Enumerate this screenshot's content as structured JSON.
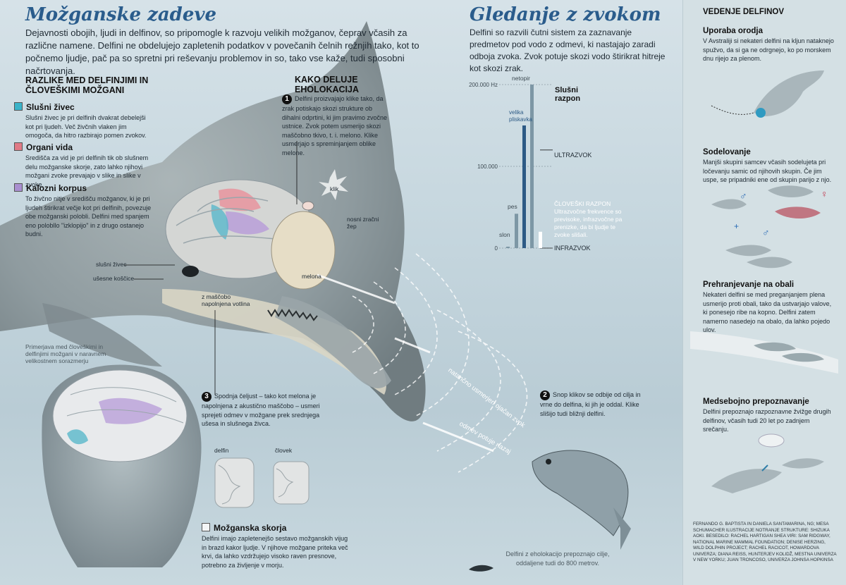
{
  "left": {
    "title": "Možganske zadeve",
    "intro": "Dejavnosti obojih, ljudi in delfinov, so pripomogle k razvoju velikih možganov, čeprav včasih za različne namene. Delfini ne obdelujejo zapletenih podatkov v povečanih čelnih režnjih tako, kot to počnemo ljudje, pač pa so spretni pri reševanju problemov in so, tako vse kaže, tudi sposobni načrtovanja.",
    "diff_heading": "RAZLIKE MED DELFINJIMI IN ČLOVEŠKIMI MOŽGANI",
    "items": [
      {
        "title": "Slušni živec",
        "color": "#3ab3c9",
        "text": "Slušni živec je pri delfinih dvakrat debelejši kot pri ljudeh. Več živčnih vlaken jim omogoča, da hitro razbirajo pomen zvokov."
      },
      {
        "title": "Organi vida",
        "color": "#e07a86",
        "text": "Središča za vid je pri delfinih tik ob slušnem delu možganske skorje, zato lahko njihovi možgani zvoke prevajajo v slike in slike v zvoke."
      },
      {
        "title": "Kalozni korpus",
        "color": "#a98fd0",
        "text": "To živčno nitje v središču možganov, ki je pri ljudeh štirikrat večje kot pri delfinih, povezuje obe možganski polobli. Delfini med spanjem eno polobllo \"izklopijo\" in z drugo ostanejo budni."
      }
    ],
    "eholoc_heading": "KAKO DELUJE EHOLOKACIJA",
    "step1": {
      "num": "1",
      "text": "Delfini proizvajajo klike tako, da zrak potiskajo skozi strukture ob dihalni odprtini, ki jim pravimo zvočne ustnice. Zvok potem usmerijo skozi maščobno tkivo, t. i. melono. Klike usmerjajo s spreminjanjem oblike melone."
    },
    "step2": {
      "num": "2",
      "text": "Snop klikov se odbije od cilja in vrne do delfina, ki jih je oddal. Klike slišijo tudi bližnji delfini."
    },
    "step3": {
      "num": "3",
      "text": "Spodnja čeljust – tako kot melona je napolnjena z akustično maščobo – usmeri sprejeti odmev v možgane prek srednjega ušesa in slušnega živca."
    },
    "labels": {
      "klik": "klik",
      "nosni": "nosni zračni žep",
      "melona": "melona",
      "slusni_zivec": "slušni živec",
      "usesne": "ušesne koščice",
      "votlina": "z maščobo napolnjena votlina",
      "primerjava": "Primerjava med človeškimi in delfinjimi možgani v naravnem velikostnem sorazmerju",
      "delfin": "delfin",
      "clovek": "človek",
      "natancno": "natančno usmerjen ojačan zvok",
      "odmev": "odmev potuje nazaj"
    },
    "skorja_title": "Možganska skorja",
    "skorja_text": "Delfini imajo zapletenejšo sestavo možganskih vijug in brazd kakor ljudje. V njihove možgane priteka več krvi, da lahko vzdržujejo visoko raven presnove, potrebno za življenje v morju.",
    "caption_bottom": "Delfini z eholokacijo prepoznajo cilje, oddaljene tudi do 800 metrov."
  },
  "middle": {
    "title": "Gledanje z zvokom",
    "intro": "Delfini so razvili čutni sistem za zaznavanje predmetov pod vodo z odmevi, ki nastajajo zaradi odboja zvoka. Zvok potuje skozi vodo štirikrat hitreje kot skozi zrak.",
    "chart_heading": "Slušni razpon",
    "ultrazvok": "ULTRAZVOK",
    "infrazvok": "INFRAZVOK",
    "human_title": "ČLOVEŠKI RAZPON",
    "human_text": "Ultrazvočne frekvence so previsoke, infrazvočne pa prenizke, da bi ljudje te zvoke slišali."
  },
  "chart_data": {
    "type": "bar",
    "title": "Slušni razpon",
    "ytick_labels": [
      "200.000 Hz",
      "100.000",
      "0"
    ],
    "ylim": [
      0,
      200000
    ],
    "series": [
      {
        "name": "slon",
        "values": [
          4
        ],
        "color": "#7d97a5"
      },
      {
        "name": "pes",
        "values": [
          42000
        ],
        "color": "#7d97a5"
      },
      {
        "name": "velika pliskavka",
        "values": [
          150000
        ],
        "color": "#2d5a85"
      },
      {
        "name": "netopir",
        "values": [
          200000
        ],
        "color": "#7d97a5"
      },
      {
        "name": "ČLOVEŠKI RAZPON",
        "values": [
          20000
        ],
        "color": "#ffffff"
      }
    ]
  },
  "right": {
    "heading": "VEDENJE DELFINOV",
    "sections": [
      {
        "title": "Uporaba orodja",
        "text": "V Avstraliji si nekateri delfini na kljun nataknejo spužvo, da si ga ne odrgnejo, ko po morskem dnu rijejo za plenom."
      },
      {
        "title": "Sodelovanje",
        "text": "Manjši skupini samcev včasih sodelujeta pri ločevanju samic od njihovih skupin. Če jim uspe, se pripadniki ene od skupin parijo z njo."
      },
      {
        "title": "Prehranjevanje na obali",
        "text": "Nekateri delfini se med preganjanjem plena usmerijo proti obali, tako da ustvarjajo valove, ki ponesejo ribe na kopno. Delfini zatem namerno nasedejo na obalo, da lahko pojedo ulov."
      },
      {
        "title": "Medsebojno prepoznavanje",
        "text": "Delfini prepoznajo razpoznavne žvižge drugih delfinov, včasih tudi 20 let po zadnjem srečanju."
      }
    ],
    "credits": "FERNANDO G. BAPTISTA IN DANIELA SANTAMARINA, NG; MESA SCHUMACHER ILUSTRACIJE NOTRANJE STRUKTURE: SHIZUKA AOKI. BESEDILO: RACHEL HARTIGAN SHEA VIRI: SAM RIDGWAY, NATIONAL MARINE MAMMAL FOUNDATION; DENISE HERZING, WILD DOLPHIN PROJECT; RACHEL RACICOT, HOWARDOVA UNIVERZA; DIANA REISS, HUNTERJEV KOLIDŽ, MESTNA UNIVERZA V NEW YORKU; JUAN TRONCOSO, UNIVERZA JOHNSA HOPKINSA"
  }
}
